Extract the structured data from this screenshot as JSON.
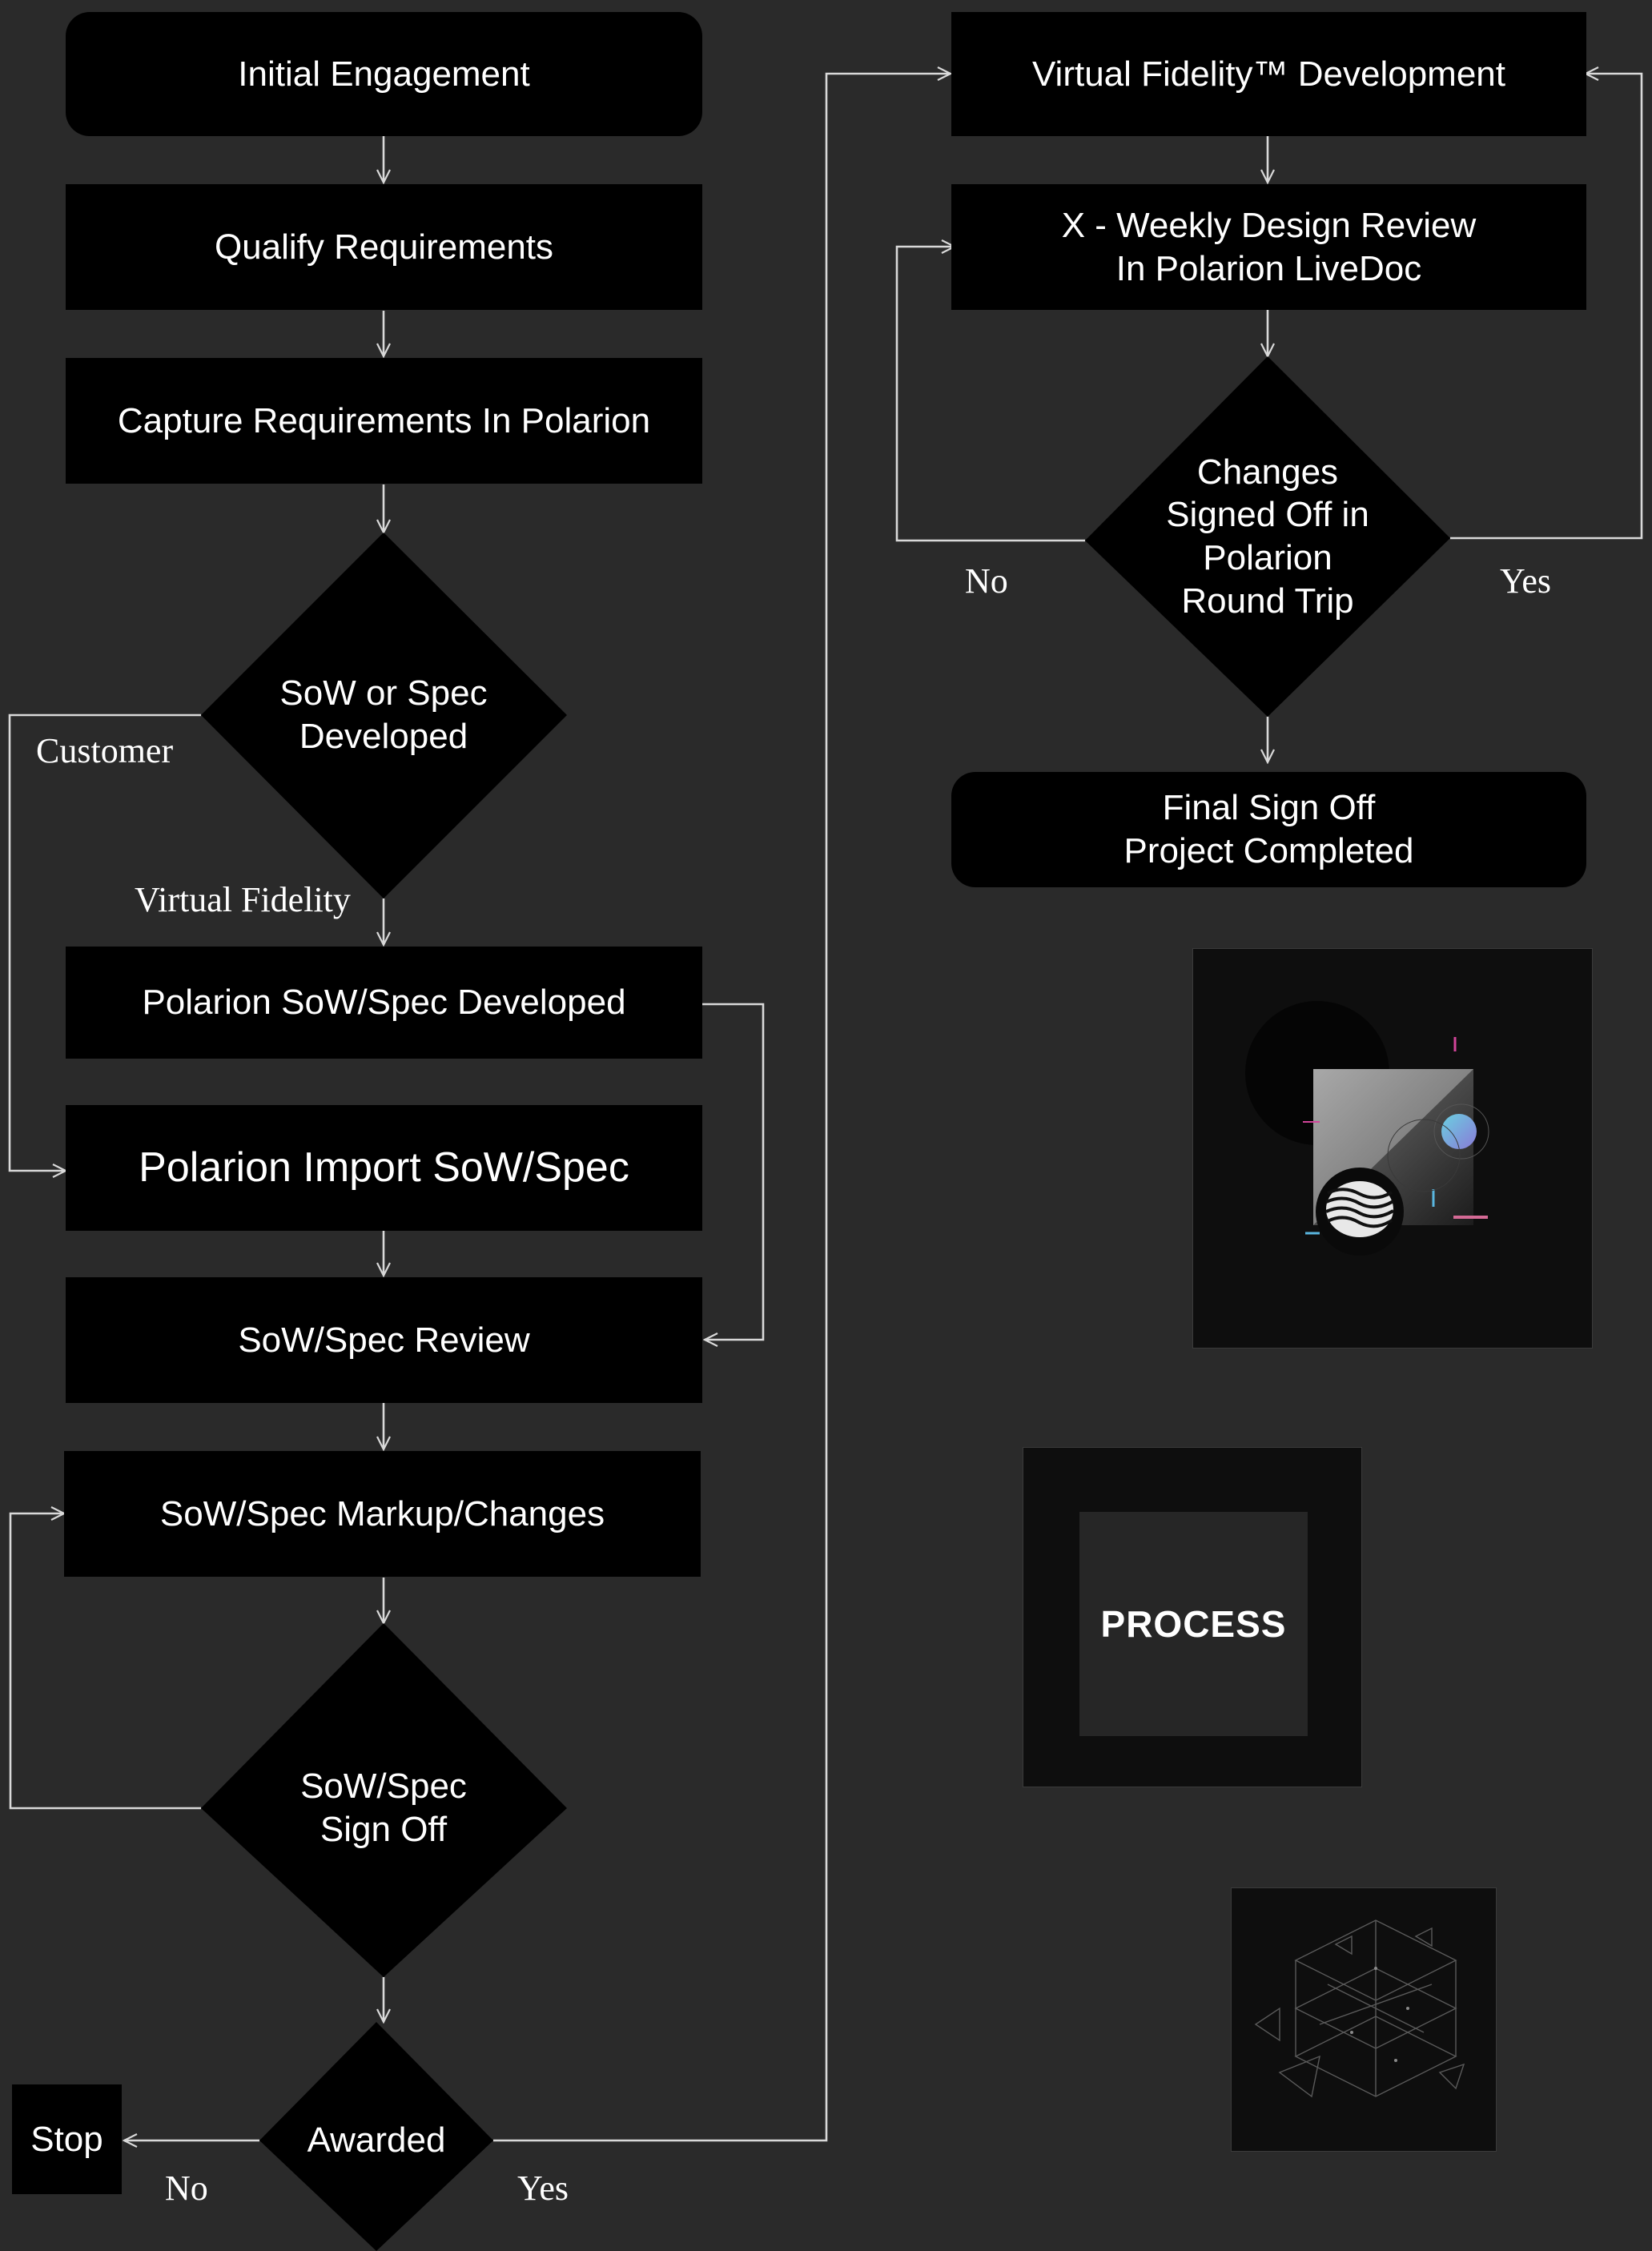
{
  "colors": {
    "background": "#2a2a2a",
    "node_fill": "#000000",
    "text": "#ffffff",
    "connector": "#d9d9d9"
  },
  "nodes": {
    "initial_engagement": "Initial Engagement",
    "qualify_requirements": "Qualify Requirements",
    "capture_requirements": "Capture Requirements In Polarion",
    "sow_or_spec_developed": "SoW or Spec\nDeveloped",
    "polarion_sow_spec_developed": "Polarion SoW/Spec Developed",
    "polarion_import_sow_spec": "Polarion Import SoW/Spec",
    "sow_spec_review": "SoW/Spec Review",
    "sow_spec_markup_changes": "SoW/Spec Markup/Changes",
    "sow_spec_sign_off": "SoW/Spec\nSign Off",
    "awarded": "Awarded",
    "stop": "Stop",
    "virtual_fidelity_development": "Virtual Fidelity™ Development",
    "weekly_design_review": "X - Weekly Design Review\nIn Polarion LiveDoc",
    "changes_signed_off": "Changes\nSigned Off in\nPolarion\nRound Trip",
    "final_sign_off": "Final Sign Off\nProject Completed"
  },
  "edge_labels": {
    "customer": "Customer",
    "virtual_fidelity": "Virtual Fidelity",
    "awarded_no": "No",
    "awarded_yes": "Yes",
    "changes_no": "No",
    "changes_yes": "Yes"
  },
  "thumbnails": {
    "process_text": "PROCESS",
    "abstract_art_icon": "abstract-art-icon",
    "wireframe_icon": "wireframe-triangles-icon"
  }
}
